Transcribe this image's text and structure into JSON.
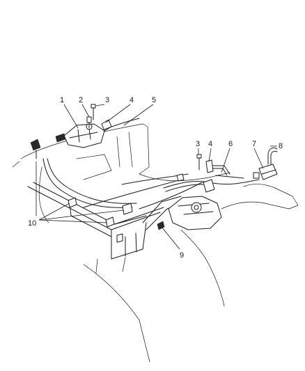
{
  "callouts": {
    "c1": "1",
    "c2": "2",
    "c3a": "3",
    "c4a": "4",
    "c5": "5",
    "c3b": "3",
    "c4b": "4",
    "c6": "6",
    "c7": "7",
    "c8": "8",
    "c9": "9",
    "c10": "10"
  }
}
